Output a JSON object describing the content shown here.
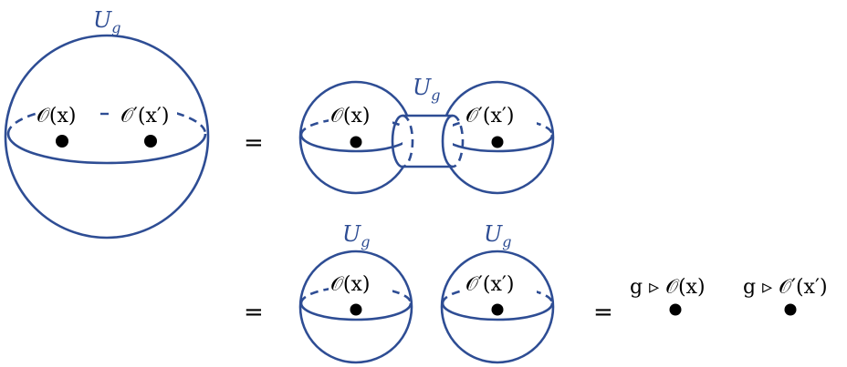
{
  "gauge": {
    "U": "U",
    "sub": "g"
  },
  "ops": {
    "O": "𝒪(x)",
    "Op": "𝒪′(x′)",
    "gO": "g ▹ 𝒪(x)",
    "gOp": "g ▹ 𝒪′(x′)"
  },
  "equals": "="
}
